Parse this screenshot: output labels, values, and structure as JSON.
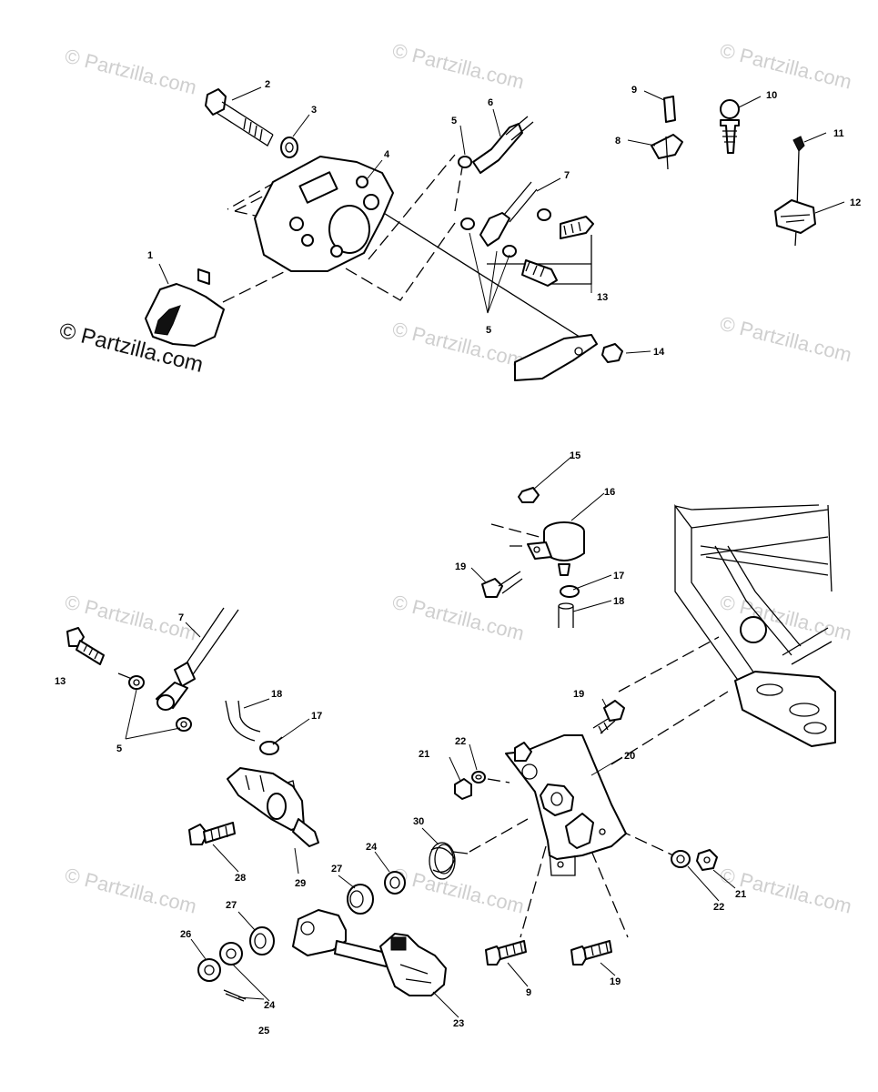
{
  "watermark": {
    "text": "© Partzilla.com",
    "main_text": "© Partzilla.com"
  },
  "callouts": [
    {
      "id": "c1",
      "label": "1"
    },
    {
      "id": "c2",
      "label": "2"
    },
    {
      "id": "c3",
      "label": "3"
    },
    {
      "id": "c4",
      "label": "4"
    },
    {
      "id": "c5a",
      "label": "5"
    },
    {
      "id": "c5b",
      "label": "5"
    },
    {
      "id": "c5c",
      "label": "5"
    },
    {
      "id": "c6",
      "label": "6"
    },
    {
      "id": "c7a",
      "label": "7"
    },
    {
      "id": "c7b",
      "label": "7"
    },
    {
      "id": "c8",
      "label": "8"
    },
    {
      "id": "c9a",
      "label": "9"
    },
    {
      "id": "c9b",
      "label": "9"
    },
    {
      "id": "c10",
      "label": "10"
    },
    {
      "id": "c11",
      "label": "11"
    },
    {
      "id": "c12",
      "label": "12"
    },
    {
      "id": "c13a",
      "label": "13"
    },
    {
      "id": "c13b",
      "label": "13"
    },
    {
      "id": "c14",
      "label": "14"
    },
    {
      "id": "c15",
      "label": "15"
    },
    {
      "id": "c16",
      "label": "16"
    },
    {
      "id": "c17a",
      "label": "17"
    },
    {
      "id": "c17b",
      "label": "17"
    },
    {
      "id": "c18a",
      "label": "18"
    },
    {
      "id": "c18b",
      "label": "18"
    },
    {
      "id": "c19a",
      "label": "19"
    },
    {
      "id": "c19b",
      "label": "19"
    },
    {
      "id": "c19c",
      "label": "19"
    },
    {
      "id": "c20",
      "label": "20"
    },
    {
      "id": "c21a",
      "label": "21"
    },
    {
      "id": "c21b",
      "label": "21"
    },
    {
      "id": "c22a",
      "label": "22"
    },
    {
      "id": "c22b",
      "label": "22"
    },
    {
      "id": "c23",
      "label": "23"
    },
    {
      "id": "c24a",
      "label": "24"
    },
    {
      "id": "c24b",
      "label": "24"
    },
    {
      "id": "c25",
      "label": "25"
    },
    {
      "id": "c26",
      "label": "26"
    },
    {
      "id": "c27a",
      "label": "27"
    },
    {
      "id": "c27b",
      "label": "27"
    },
    {
      "id": "c28",
      "label": "28"
    },
    {
      "id": "c29",
      "label": "29"
    },
    {
      "id": "c30",
      "label": "30"
    }
  ]
}
